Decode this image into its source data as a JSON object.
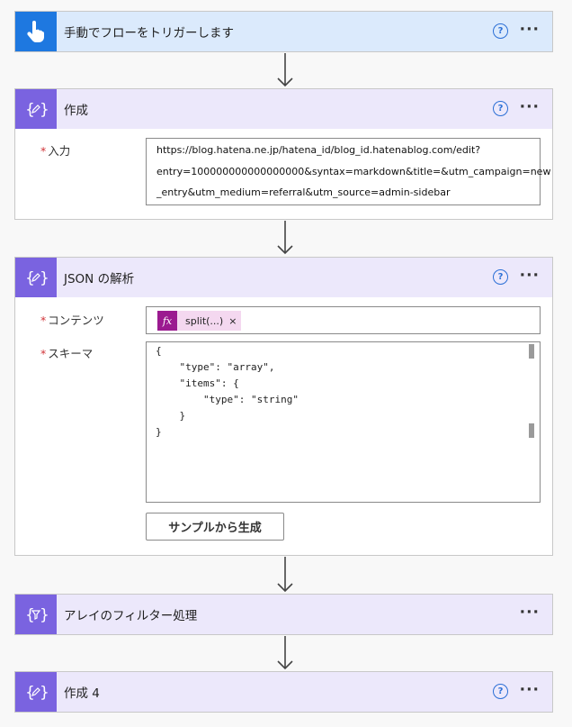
{
  "cards": [
    {
      "title": "手動でフローをトリガーします"
    },
    {
      "title": "作成",
      "input_label": "入力",
      "input_lines": [
        "https://blog.hatena.ne.jp/hatena_id/blog_id.hatenablog.com/edit?",
        "entry=100000000000000000&syntax=markdown&title=&utm_campaign=new",
        "_entry&utm_medium=referral&utm_source=admin-sidebar"
      ]
    },
    {
      "title": "JSON の解析",
      "content_label": "コンテンツ",
      "token_label": "split(...)",
      "schema_label": "スキーマ",
      "generate_button": "サンプルから生成"
    },
    {
      "title": "アレイのフィルター処理"
    },
    {
      "title": "作成 4"
    }
  ],
  "required_mark": "*",
  "help_glyph": "?",
  "more_glyph": "···",
  "token_fx": "fx",
  "token_close": "×",
  "schema_code": [
    "{",
    "    \"type\": \"array\",",
    "    \"items\": {",
    "        \"type\": \"string\"",
    "    }",
    "}"
  ],
  "colors": {
    "trigger_header": "#dbeafc",
    "trigger_icon": "#1e78e0",
    "action_header": "#ece8fb",
    "action_icon": "#7a63e0",
    "token_bg": "#f4d8f0",
    "token_fx": "#9b1a90"
  }
}
